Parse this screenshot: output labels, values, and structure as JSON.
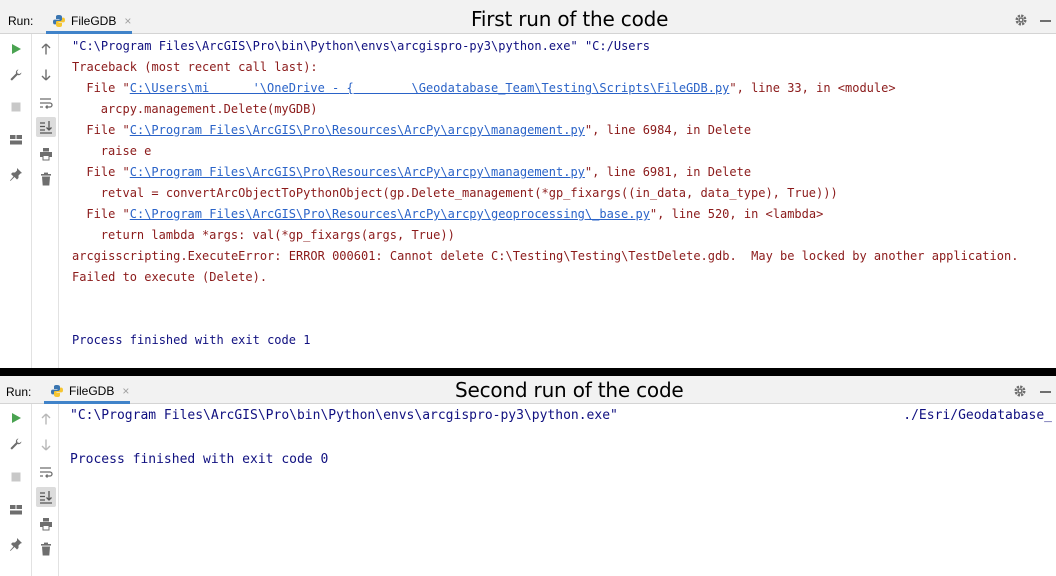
{
  "panels": [
    {
      "run_label": "Run:",
      "tab_label": "FileGDB",
      "tab_close": "×",
      "caption": "First run of the code",
      "console": {
        "lines": [
          {
            "style": "navy",
            "indent": 0,
            "parts": [
              {
                "text": "\"C:\\Program Files\\ArcGIS\\Pro\\bin\\Python\\envs\\arcgispro-py3\\python.exe\" \"C:/Users"
              }
            ]
          },
          {
            "style": "red",
            "indent": 0,
            "parts": [
              {
                "text": "Traceback (most recent call last):"
              }
            ]
          },
          {
            "style": "red",
            "indent": 2,
            "parts": [
              {
                "text": "File \""
              },
              {
                "text": "C:\\Users\\mi      '\\OneDrive - {        \\Geodatabase_Team\\Testing\\Scripts\\FileGDB.py",
                "link": true
              },
              {
                "text": "\", line 33, in <module>"
              }
            ]
          },
          {
            "style": "red",
            "indent": 4,
            "parts": [
              {
                "text": "arcpy.management.Delete(myGDB)"
              }
            ]
          },
          {
            "style": "red",
            "indent": 2,
            "parts": [
              {
                "text": "File \""
              },
              {
                "text": "C:\\Program Files\\ArcGIS\\Pro\\Resources\\ArcPy\\arcpy\\management.py",
                "link": true
              },
              {
                "text": "\", line 6984, in Delete"
              }
            ]
          },
          {
            "style": "red",
            "indent": 4,
            "parts": [
              {
                "text": "raise e"
              }
            ]
          },
          {
            "style": "red",
            "indent": 2,
            "parts": [
              {
                "text": "File \""
              },
              {
                "text": "C:\\Program Files\\ArcGIS\\Pro\\Resources\\ArcPy\\arcpy\\management.py",
                "link": true
              },
              {
                "text": "\", line 6981, in Delete"
              }
            ]
          },
          {
            "style": "red",
            "indent": 4,
            "parts": [
              {
                "text": "retval = convertArcObjectToPythonObject(gp.Delete_management(*gp_fixargs((in_data, data_type), True)))"
              }
            ]
          },
          {
            "style": "red",
            "indent": 2,
            "parts": [
              {
                "text": "File \""
              },
              {
                "text": "C:\\Program Files\\ArcGIS\\Pro\\Resources\\ArcPy\\arcpy\\geoprocessing\\_base.py",
                "link": true
              },
              {
                "text": "\", line 520, in <lambda>"
              }
            ]
          },
          {
            "style": "red",
            "indent": 4,
            "parts": [
              {
                "text": "return lambda *args: val(*gp_fixargs(args, True))"
              }
            ]
          },
          {
            "style": "red",
            "indent": 0,
            "parts": [
              {
                "text": "arcgisscripting.ExecuteError: ERROR 000601: Cannot delete C:\\Testing\\Testing\\TestDelete.gdb.  May be locked by another application."
              }
            ]
          },
          {
            "style": "red",
            "indent": 0,
            "parts": [
              {
                "text": "Failed to execute (Delete)."
              }
            ]
          },
          {
            "style": "red",
            "indent": 0,
            "parts": [
              {
                "text": ""
              }
            ]
          },
          {
            "style": "red",
            "indent": 0,
            "parts": [
              {
                "text": ""
              }
            ]
          },
          {
            "style": "navy",
            "indent": 0,
            "parts": [
              {
                "text": "Process finished with exit code 1"
              }
            ]
          }
        ]
      }
    },
    {
      "run_label": "Run:",
      "tab_label": "FileGDB",
      "tab_close": "×",
      "caption": "Second run of the code",
      "console": {
        "lines": [
          {
            "style": "navy",
            "indent": 0,
            "parts": [
              {
                "text": "\"C:\\Program Files\\ArcGIS\\Pro\\bin\\Python\\envs\\arcgispro-py3\\python.exe\""
              }
            ],
            "right_text": "./Esri/Geodatabase_"
          },
          {
            "style": "navy",
            "indent": 0,
            "parts": [
              {
                "text": ""
              }
            ]
          },
          {
            "style": "navy",
            "indent": 0,
            "parts": [
              {
                "text": "Process finished with exit code 0"
              }
            ]
          }
        ]
      }
    }
  ],
  "icons": {
    "tab": "python-file-icon",
    "settings": "gear-icon",
    "hide": "minimize-icon",
    "toolbar_left": [
      "rerun-icon",
      "wrench-icon",
      "stop-icon",
      "layout-icon",
      "pin-icon"
    ],
    "toolbar_right": [
      "up-arrow-icon",
      "down-arrow-icon",
      "soft-wrap-icon",
      "scroll-to-end-icon",
      "print-icon",
      "trash-icon"
    ]
  },
  "colors": {
    "run_green": "#4aa351",
    "stderr_red": "#8b1a1a",
    "stdout_navy": "#101080",
    "link_blue": "#2a63c8"
  }
}
